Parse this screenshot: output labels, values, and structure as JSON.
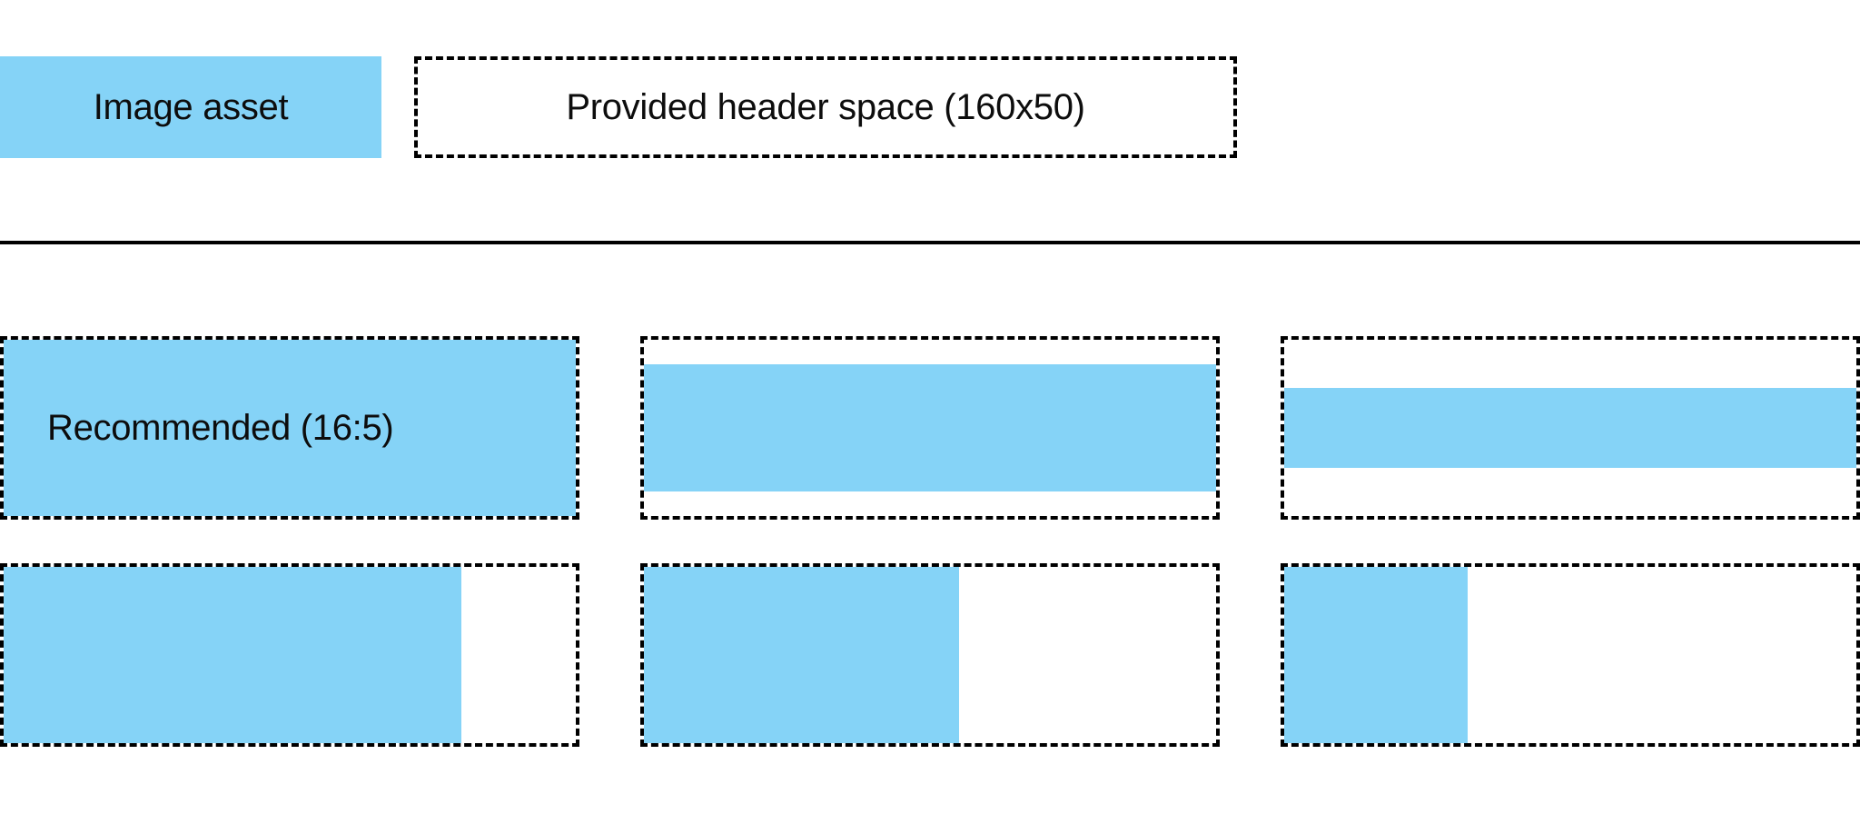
{
  "header": {
    "asset_swatch_label": "Image asset",
    "provided_space_label": "Provided header space (160x50)"
  },
  "colors": {
    "asset_blue": "#85d3f7",
    "outline_black": "#000000",
    "text_black": "#0d0d0d",
    "background_white": "#ffffff"
  },
  "grid": {
    "rows": [
      {
        "cells": [
          {
            "label": "Recommended (16:5)",
            "fill_mode": "full",
            "fill_width_pct": 100,
            "fill_height_pct": 100
          },
          {
            "label": "",
            "fill_mode": "band",
            "fill_width_pct": 100,
            "fill_height_pct": 72
          },
          {
            "label": "",
            "fill_mode": "band",
            "fill_width_pct": 100,
            "fill_height_pct": 45
          }
        ]
      },
      {
        "cells": [
          {
            "label": "",
            "fill_mode": "left",
            "fill_width_pct": 80,
            "fill_height_pct": 100
          },
          {
            "label": "",
            "fill_mode": "left",
            "fill_width_pct": 55,
            "fill_height_pct": 100
          },
          {
            "label": "",
            "fill_mode": "left",
            "fill_width_pct": 32,
            "fill_height_pct": 100
          }
        ]
      }
    ]
  }
}
